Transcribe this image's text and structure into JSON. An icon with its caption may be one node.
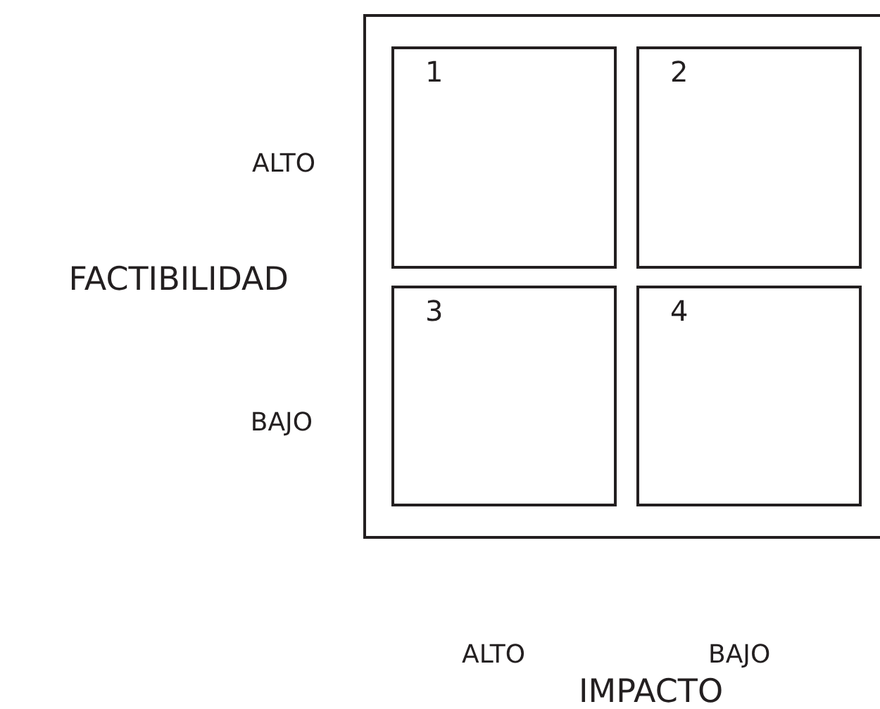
{
  "diagram": {
    "nodes": [
      {
        "text": [],
        "shape": "box"
      },
      {
        "text": [
          "1"
        ],
        "in": 0
      },
      {
        "text": [
          "2"
        ],
        "in": 0
      },
      {
        "text": [
          "3"
        ],
        "in": 0
      },
      {
        "text": [
          "4"
        ],
        "in": 0
      }
    ],
    "labels": [
      "ALTO",
      "FACTIBILIDAD",
      "BAJO",
      "ALTO",
      "BAJO",
      "IMPACTO"
    ]
  }
}
